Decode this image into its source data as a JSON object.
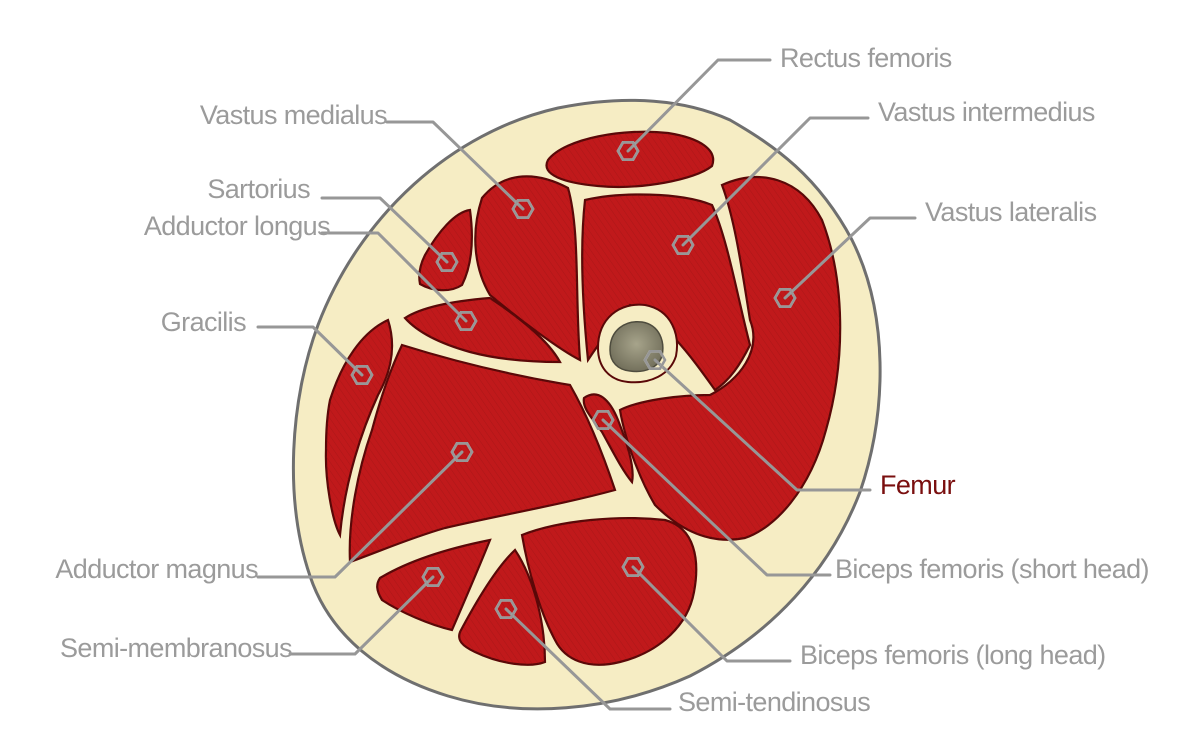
{
  "colors": {
    "muscle": "#c0191b",
    "muscle_edge": "#5a0808",
    "fat": "#f6edc4",
    "skin_edge": "#6f6f6f",
    "bone": "#8d8a73",
    "label": "#9b9b9b",
    "highlight_label": "#7a0f0f",
    "leader": "#979797"
  },
  "labels": {
    "rectus_femoris": "Rectus femoris",
    "vastus_medialus": "Vastus medialus",
    "vastus_intermedius": "Vastus intermedius",
    "sartorius": "Sartorius",
    "adductor_longus": "Adductor longus",
    "vastus_lateralis": "Vastus lateralis",
    "gracilis": "Gracilis",
    "femur": "Femur",
    "adductor_magnus": "Adductor magnus",
    "biceps_short": "Biceps femoris (short head)",
    "biceps_long": "Biceps femoris (long head)",
    "semi_membranosus": "Semi-membranosus",
    "semi_tendinosus": "Semi-tendinosus"
  },
  "marker_icon": "hexagon-marker-icon"
}
